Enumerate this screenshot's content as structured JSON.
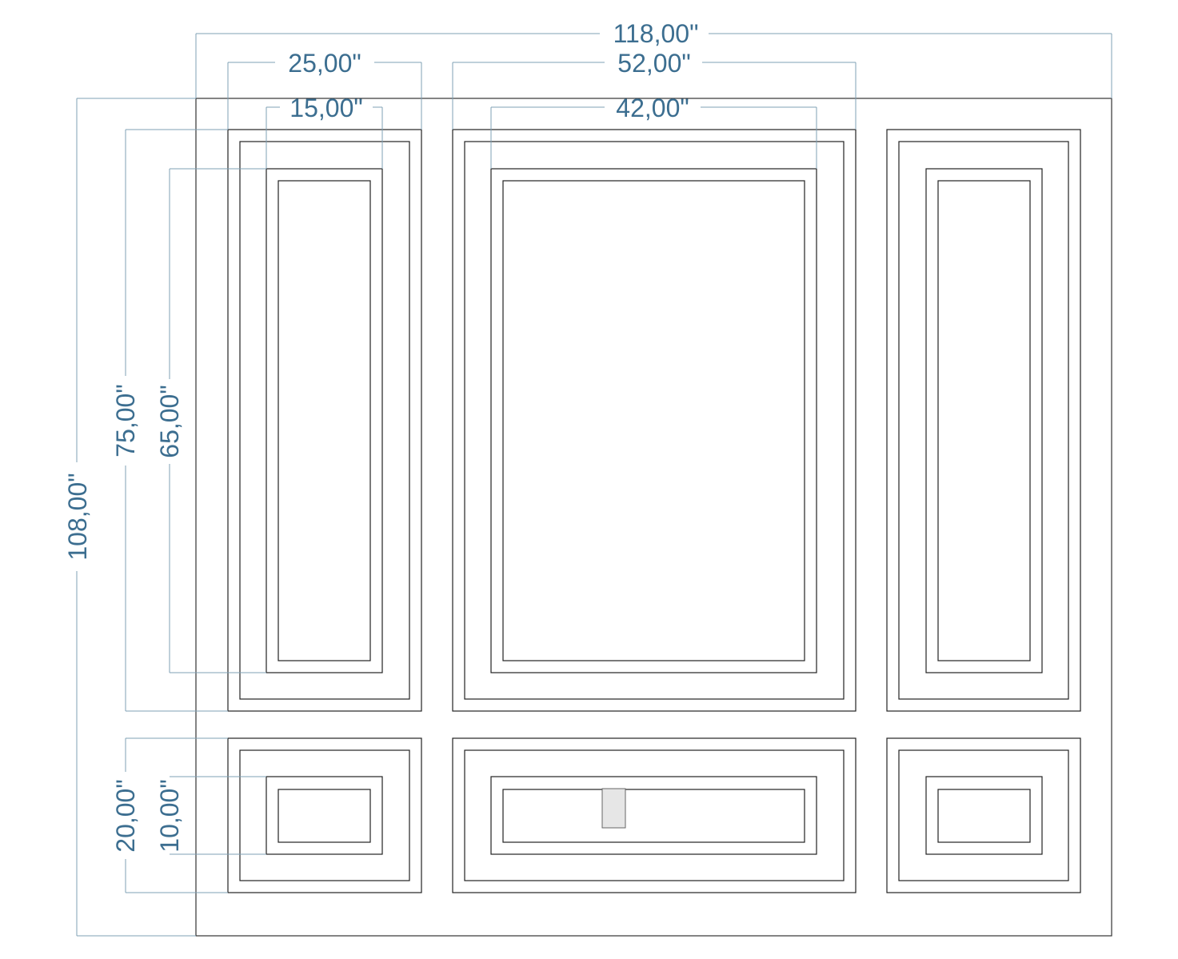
{
  "dimensions": {
    "total_width": "118,00\"",
    "panel_outer_width": "25,00\"",
    "panel_inner_width": "15,00\"",
    "center_outer_width": "52,00\"",
    "center_inner_width": "42,00\"",
    "total_height": "108,00\"",
    "upper_outer_height": "75,00\"",
    "upper_inner_height": "65,00\"",
    "lower_outer_height": "20,00\"",
    "lower_inner_height": "10,00\""
  },
  "colors": {
    "dimension": "#3c6e90",
    "dimension_line": "#7fa0b4",
    "panel_stroke": "#222222",
    "outlet_fill": "#e6e6e6"
  }
}
